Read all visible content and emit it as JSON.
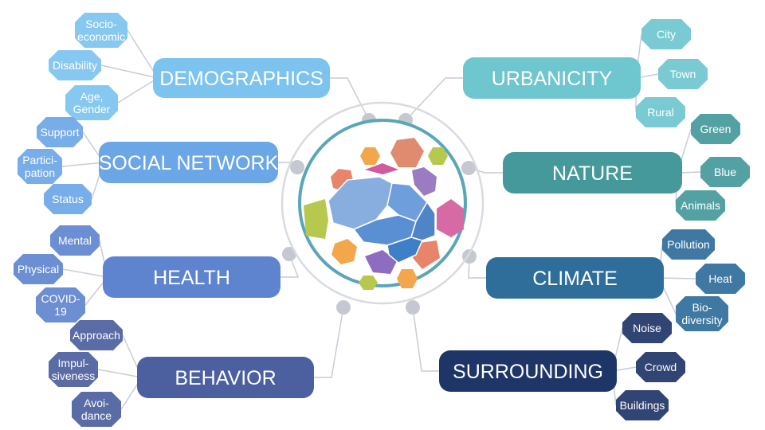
{
  "colors": {
    "demographics": "#7cc3ef",
    "social_network": "#6ba6e6",
    "health": "#5f84cf",
    "behavior": "#4c5f9e",
    "urbanicity": "#6ec6cf",
    "nature": "#45999b",
    "climate": "#2f6d9a",
    "surrounding": "#1e3568",
    "connector": "#c8ccd4",
    "ring_outer": "#d8dbe2",
    "ring_inner": "#5aa6b8"
  },
  "categories": {
    "demographics": {
      "label": "DEMOGRAPHICS",
      "subs": [
        [
          "Socio-",
          "economic"
        ],
        [
          "Disability"
        ],
        [
          "Age,",
          "Gender"
        ]
      ]
    },
    "social_network": {
      "label": "SOCIAL NETWORK",
      "subs": [
        [
          "Support"
        ],
        [
          "Partici-",
          "pation"
        ],
        [
          "Status"
        ]
      ]
    },
    "health": {
      "label": "HEALTH",
      "subs": [
        [
          "Mental"
        ],
        [
          "Physical"
        ],
        [
          "COVID-",
          "19"
        ]
      ]
    },
    "behavior": {
      "label": "BEHAVIOR",
      "subs": [
        [
          "Approach"
        ],
        [
          "Impul-",
          "siveness"
        ],
        [
          "Avoi-",
          "dance"
        ]
      ]
    },
    "urbanicity": {
      "label": "URBANICITY",
      "subs": [
        [
          "City"
        ],
        [
          "Town"
        ],
        [
          "Rural"
        ]
      ]
    },
    "nature": {
      "label": "NATURE",
      "subs": [
        [
          "Green"
        ],
        [
          "Blue"
        ],
        [
          "Animals"
        ]
      ]
    },
    "climate": {
      "label": "CLIMATE",
      "subs": [
        [
          "Pollution"
        ],
        [
          "Heat"
        ],
        [
          "Bio-",
          "diversity"
        ]
      ]
    },
    "surrounding": {
      "label": "SURROUNDING",
      "subs": [
        [
          "Noise"
        ],
        [
          "Crowd"
        ],
        [
          "Buildings"
        ]
      ]
    }
  }
}
